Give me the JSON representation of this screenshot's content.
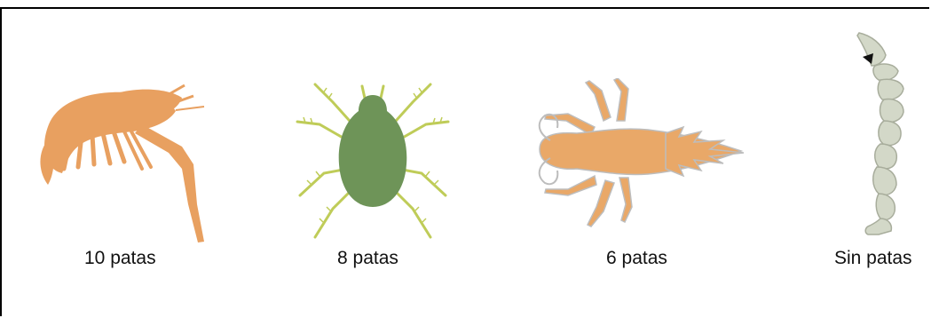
{
  "colors": {
    "shrimp": "#e8a060",
    "mite_body": "#6e9458",
    "mite_legs": "#bfcc58",
    "larva": "#e9a868",
    "larva_outline": "#bdbdbd",
    "worm": "#d3d8c8",
    "worm_outline": "#a8ad9c",
    "worm_head": "#111111",
    "frame": "#000000"
  },
  "organisms": [
    {
      "id": "shrimp",
      "icon": "shrimp-icon",
      "label": "10 patas"
    },
    {
      "id": "mite",
      "icon": "mite-icon",
      "label": "8 patas"
    },
    {
      "id": "larva",
      "icon": "insect-larva-icon",
      "label": "6 patas"
    },
    {
      "id": "worm",
      "icon": "legless-larva-icon",
      "label": "Sin patas"
    }
  ]
}
